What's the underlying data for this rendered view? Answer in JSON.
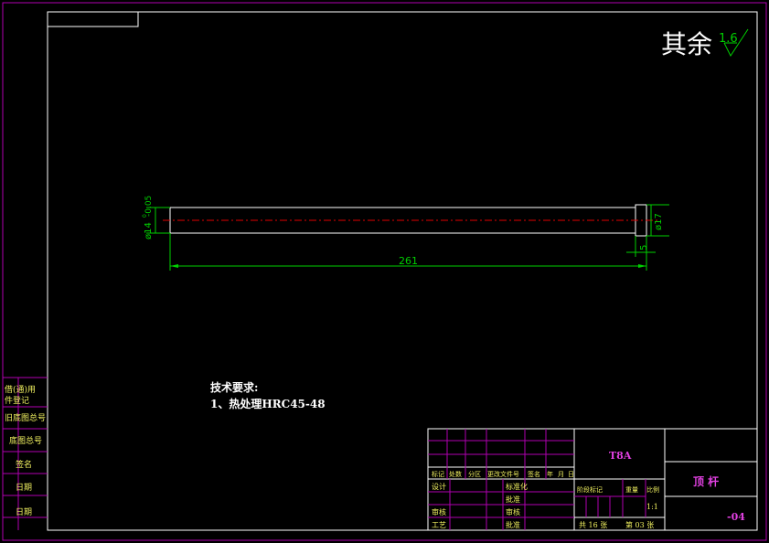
{
  "roughness": {
    "label": "其余",
    "value": "1.6"
  },
  "dimensions": {
    "shaft_dia": "ø14",
    "shaft_tol_upper": "0",
    "shaft_tol_lower": "-0.05",
    "head_dia": "ø17",
    "head_len": "5",
    "total_len": "261"
  },
  "tech_requirements": {
    "title": "技术要求:",
    "item1": "1、热处理HRC45-48"
  },
  "side_strip": [
    "借(通)用",
    "件登记",
    "旧底图总号",
    "底图总号",
    "签名",
    "日期",
    "日期"
  ],
  "title_block": {
    "material": "T8A",
    "part_name": "顶  杆",
    "drawing_no": "-04",
    "scale": "1:1",
    "sheets_total": "共 16 张",
    "sheet_no": "第 03 张",
    "rev_headers": [
      "标记",
      "处数",
      "分区",
      "更改文件号",
      "签名",
      "年",
      "月",
      "日"
    ],
    "role_left": [
      "设计",
      "审核",
      "工艺"
    ],
    "role_mid": [
      "标准化",
      "批准",
      "审核",
      "批准"
    ],
    "stage_headers": [
      "阶段标记",
      "重量",
      "比例"
    ]
  }
}
